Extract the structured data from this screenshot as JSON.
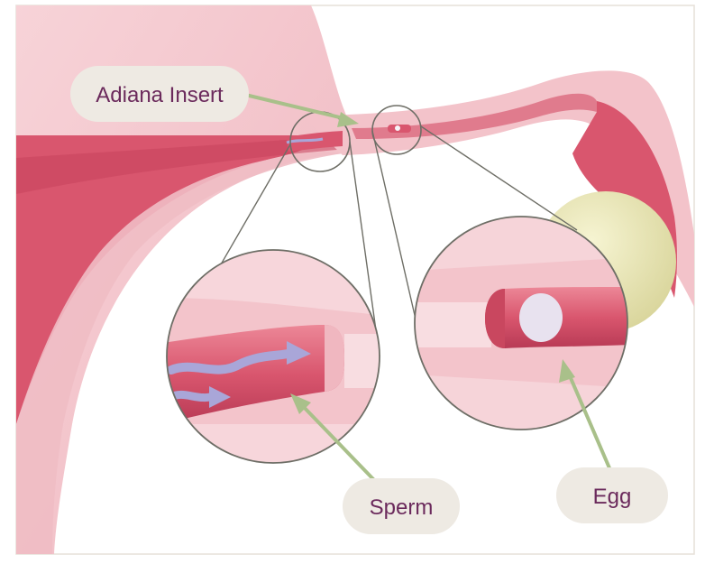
{
  "labels": {
    "insert": "Adiana Insert",
    "sperm": "Sperm",
    "egg": "Egg"
  },
  "colors": {
    "tissue_light": "#f4c9cf",
    "tissue_mid": "#eaa3ae",
    "lumen": "#d9566e",
    "lumen_dark": "#b8344f",
    "egg": "#ece9b8",
    "sperm": "#a9a6d8",
    "arrow": "#a9c08a",
    "outline": "#6e6e66",
    "label_bg": "#eeeae3",
    "label_text": "#6b2a5c"
  }
}
